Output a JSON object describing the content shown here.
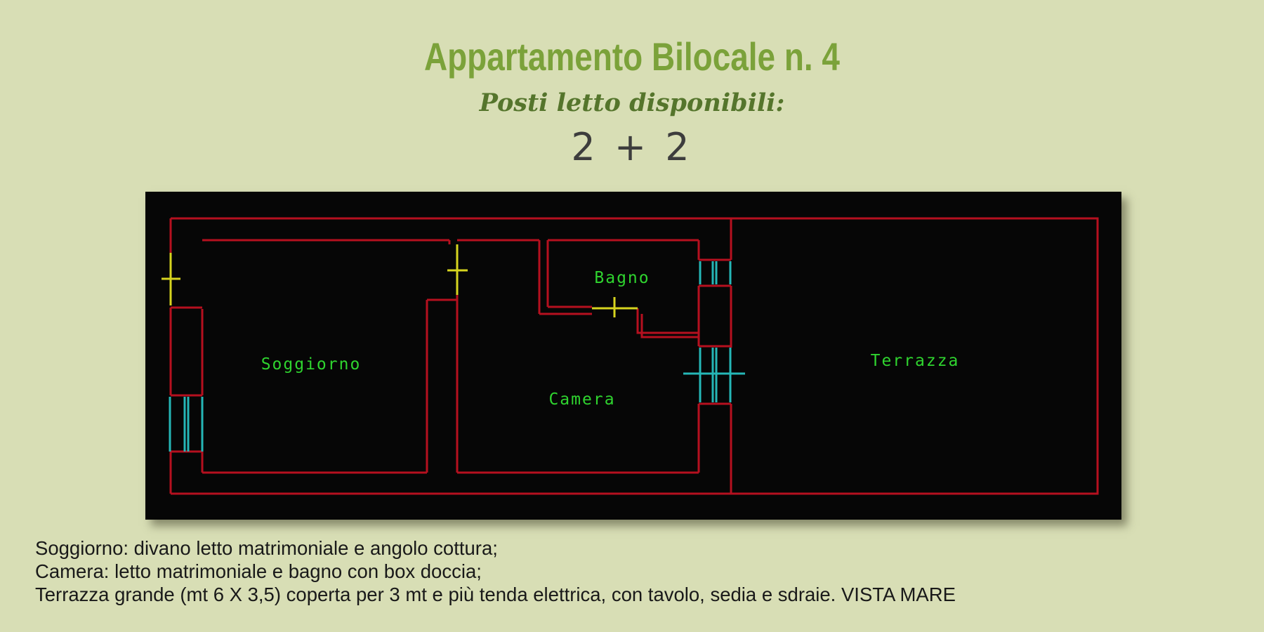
{
  "page": {
    "background": "#d8deb5"
  },
  "header": {
    "title": "Appartamento Bilocale n. 4",
    "title_color": "#7ba23a",
    "subtitle": "Posti letto disponibili:",
    "subtitle_color": "#55752c",
    "beds_available": "2 + 2",
    "beds_color": "#3d3d3d"
  },
  "floorplan": {
    "canvas_color": "#060606",
    "wall_color": "#b5101f",
    "door_color": "#d6d41f",
    "window_color": "#25b7b7",
    "label_color": "#2fd42f",
    "rooms": [
      {
        "label": "Soggiorno"
      },
      {
        "label": "Bagno"
      },
      {
        "label": "Camera"
      },
      {
        "label": "Terrazza"
      }
    ]
  },
  "description": {
    "lines": [
      "Soggiorno: divano letto matrimoniale e angolo cottura;",
      "Camera: letto matrimoniale e bagno con box doccia;",
      "Terrazza grande (mt 6 X 3,5) coperta per 3 mt e più tenda elettrica, con tavolo, sedia e sdraie. VISTA MARE"
    ]
  }
}
